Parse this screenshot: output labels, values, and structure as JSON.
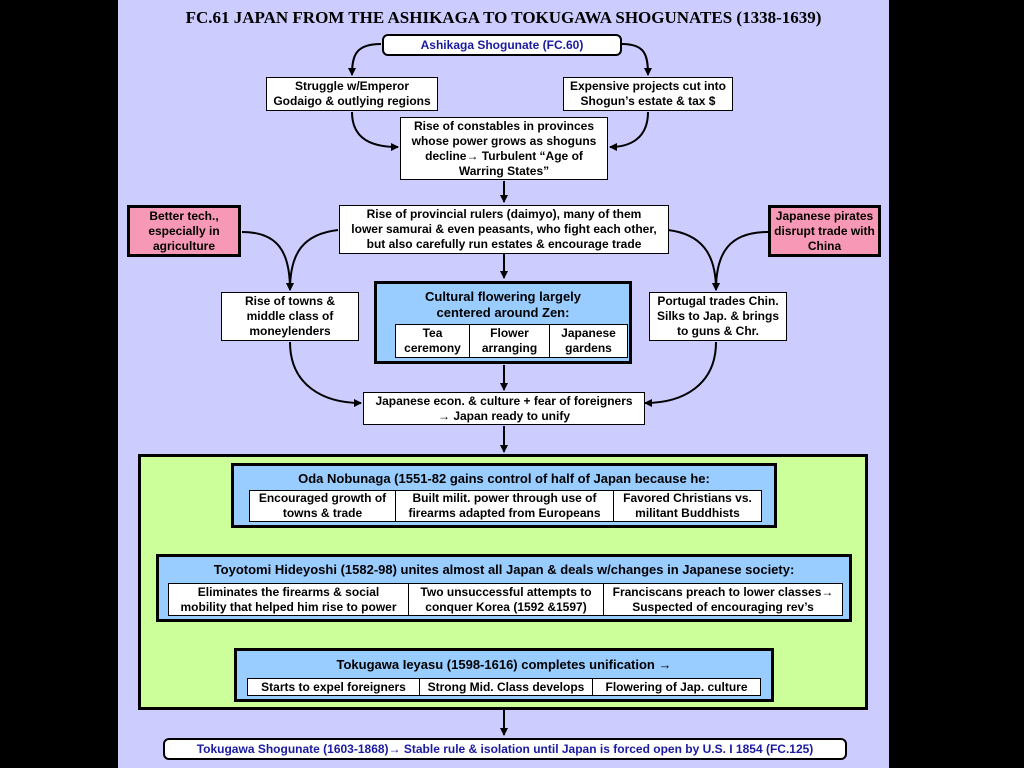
{
  "title": "FC.61 JAPAN FROM THE ASHIKAGA TO TOKUGAWA SHOGUNATES (1338-1639)",
  "ashikaga": "Ashikaga Shogunate (FC.60)",
  "struggle": [
    "Struggle w/Emperor",
    "Godaigo & outlying regions"
  ],
  "expensive": [
    "Expensive projects cut into",
    "Shogun’s estate & tax $"
  ],
  "constables": [
    "Rise of constables in provinces",
    "whose power grows as shoguns",
    "decline→ Turbulent “Age of",
    "Warring States”"
  ],
  "better_tech": [
    "Better tech.,",
    "especially in",
    "agriculture"
  ],
  "pirates": [
    "Japanese pirates",
    "disrupt trade with",
    "China"
  ],
  "daimyo": [
    "Rise of provincial rulers (daimyo), many of them",
    "lower samurai & even peasants, who fight each other,",
    "but also carefully run estates & encourage trade"
  ],
  "towns": [
    "Rise of towns &",
    "middle class of",
    "moneylenders"
  ],
  "cultural": {
    "title": [
      "Cultural flowering largely",
      "centered around Zen:"
    ],
    "items": [
      [
        "Tea",
        "ceremony"
      ],
      [
        "Flower",
        "arranging"
      ],
      [
        "Japanese",
        "gardens"
      ]
    ]
  },
  "portugal": [
    "Portugal trades Chin.",
    "Silks to Jap. & brings",
    "to guns & Chr."
  ],
  "econ": [
    "Japanese econ. & culture + fear of foreigners",
    "→ Japan ready to unify"
  ],
  "oda": {
    "title": "Oda Nobunaga (1551-82 gains control of half of Japan because he:",
    "items": [
      [
        "Encouraged growth of",
        "towns & trade"
      ],
      [
        "Built milit. power through use of",
        "firearms adapted from Europeans"
      ],
      [
        "Favored Christians vs.",
        "militant Buddhists"
      ]
    ]
  },
  "hideyoshi": {
    "title": "Toyotomi Hideyoshi (1582-98) unites almost all Japan & deals w/changes in Japanese society:",
    "items": [
      [
        "Eliminates the firearms & social",
        "mobility that helped him rise to power"
      ],
      [
        "Two unsuccessful attempts to",
        "conquer Korea (1592 &1597)"
      ],
      [
        "Franciscans preach to lower classes→",
        "Suspected of  encouraging rev’s"
      ]
    ]
  },
  "ieyasu": {
    "title": "Tokugawa Ieyasu (1598-1616) completes unification →",
    "items": [
      "Starts to expel foreigners",
      "Strong Mid. Class develops",
      "Flowering of Jap. culture"
    ]
  },
  "tokugawa": "Tokugawa Shogunate (1603-1868)→ Stable rule & isolation until Japan is forced open by U.S. I 1854 (FC.125)",
  "colors": {
    "background": "#ccccff",
    "pink": "#f799b6",
    "blue": "#99ccff",
    "green": "#ccff99",
    "link_text": "#1a1aa0"
  }
}
